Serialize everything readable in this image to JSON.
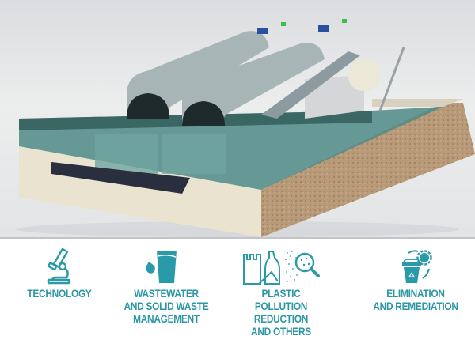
{
  "hero": {
    "subject": "cutaway illustration of floating barrier / water treatment facility with two large cylindrical tanks, conveyor ramp, water channel and soil cross-section"
  },
  "features": [
    {
      "icon": "microscope-icon",
      "label": "TECHNOLOGY"
    },
    {
      "icon": "water-glass-drop-icon",
      "label": "WASTEWATER\nAND SOLID WASTE\nMANAGEMENT"
    },
    {
      "icon": "plastic-bag-bottle-magnifier-icon",
      "label": "PLASTIC\nPOLLUTION\nREDUCTION\nAND OTHERS"
    },
    {
      "icon": "recycle-bin-gear-icon",
      "label": "ELIMINATION\nAND REMEDIATION"
    }
  ],
  "colors": {
    "accent": "#2b9aa8",
    "separator": "#c3c4c8",
    "background": "#ffffff"
  }
}
